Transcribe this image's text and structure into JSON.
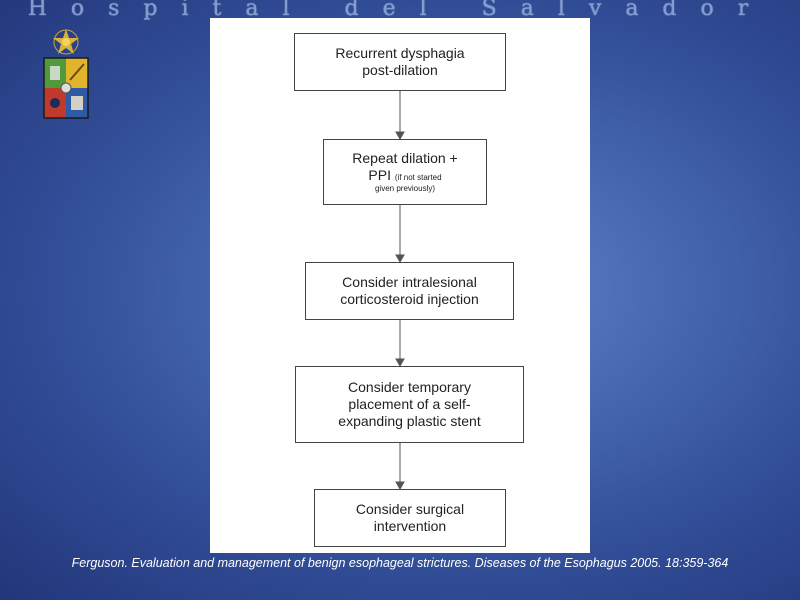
{
  "header": {
    "title": "Hospital del Salvador"
  },
  "flowchart": {
    "boxes": [
      {
        "lines": [
          "Recurrent dysphagia",
          "post-dilation"
        ]
      },
      {
        "lines": [
          "Repeat dilation +",
          "PPI"
        ],
        "note": [
          "(if not started",
          "given previously)"
        ]
      },
      {
        "lines": [
          "Consider intralesional",
          "corticosteroid injection"
        ]
      },
      {
        "lines": [
          "Consider temporary",
          "placement of a self-",
          "expanding plastic stent"
        ]
      },
      {
        "lines": [
          "Consider surgical",
          "intervention"
        ]
      }
    ]
  },
  "citation": {
    "text": "Ferguson. Evaluation and management of benign esophageal strictures.   Diseases of the  Esophagus 2005. 18:359-364"
  },
  "colors": {
    "background_center": "#5f84c9",
    "background_edge": "#22367a",
    "header_text": "#8ba6d8",
    "citation_text": "#ffffff"
  }
}
